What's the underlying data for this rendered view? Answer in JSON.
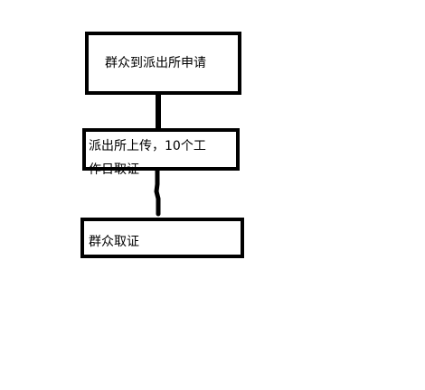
{
  "flowchart": {
    "nodes": [
      {
        "text": "群众到派出所申请"
      },
      {
        "text_line1": "派出所上传，10个工",
        "text_line2": "作日取证"
      },
      {
        "text": "群众取证"
      }
    ],
    "connector_color": "#000000",
    "box_border_color": "#000000"
  }
}
